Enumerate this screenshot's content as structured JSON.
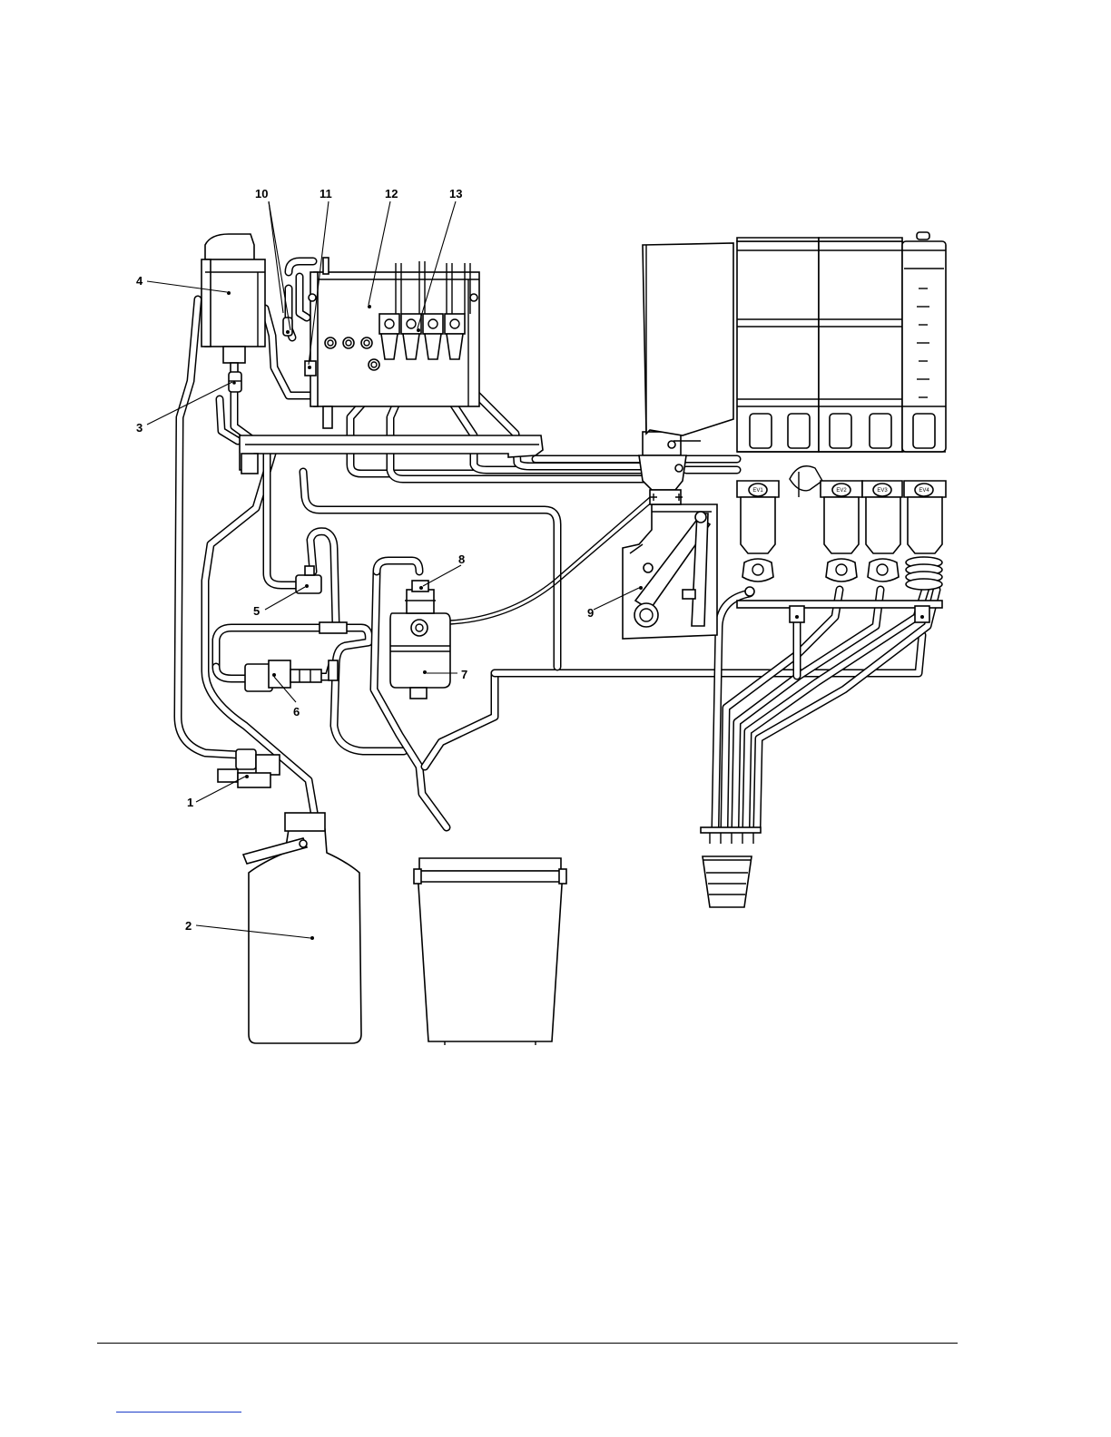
{
  "diagram": {
    "callouts": [
      "1",
      "2",
      "3",
      "4",
      "5",
      "6",
      "7",
      "8",
      "9",
      "10",
      "11",
      "12",
      "13"
    ],
    "valve_labels": [
      "EV1",
      "EV2",
      "EV3",
      "EV4"
    ]
  }
}
